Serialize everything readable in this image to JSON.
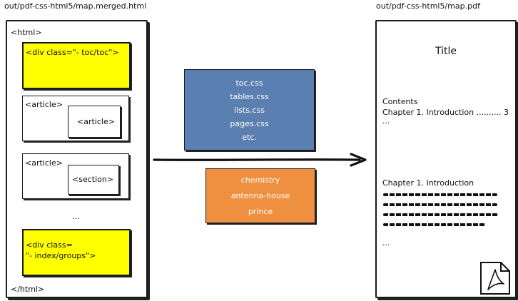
{
  "left": {
    "file_path": "out/pdf-css-html5/map.merged.html",
    "html_open": "<html>",
    "toc_div": "<div class=\"- toc/toc\">",
    "article1": "<article>",
    "article1_nested": "<article>",
    "article2": "<article>",
    "article2_nested": "<section>",
    "ellipsis": "...",
    "index_div_line1": "<div class=",
    "index_div_line2": "\"- index/groups\">",
    "html_close": "</html>"
  },
  "stylesheets": [
    "toc.css",
    "tables.css",
    "lists.css",
    "pages.css",
    "etc."
  ],
  "engines": [
    "chemistry",
    "antenna-house",
    "prince"
  ],
  "right": {
    "file_path": "out/pdf-css-html5/map.pdf",
    "title": "Title",
    "contents_heading": "Contents",
    "toc_entry": "Chapter 1. Introduction .......... 3",
    "toc_more": "...",
    "chapter_heading": "Chapter 1. Introduction",
    "chapter_more": "...",
    "pdf_icon": "pdf-icon"
  },
  "colors": {
    "yellow": "#ffff00",
    "blue": "#5b7fb0",
    "orange": "#ee9040"
  }
}
